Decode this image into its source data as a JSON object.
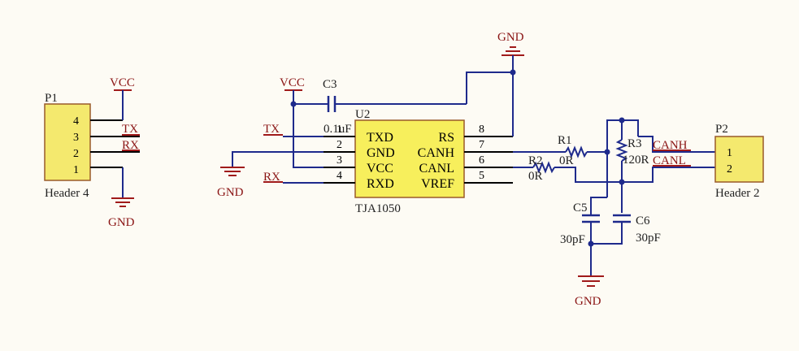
{
  "p1": {
    "designator": "P1",
    "name": "Header 4",
    "pins": [
      "4",
      "3",
      "2",
      "1"
    ],
    "nets": {
      "vcc": "VCC",
      "tx": "TX",
      "rx": "RX",
      "gnd": "GND"
    }
  },
  "u2": {
    "designator": "U2",
    "name": "TJA1050",
    "left_pins": [
      {
        "name": "TXD",
        "num": "1"
      },
      {
        "name": "GND",
        "num": "2"
      },
      {
        "name": "VCC",
        "num": "3"
      },
      {
        "name": "RXD",
        "num": "4"
      }
    ],
    "right_pins": [
      {
        "name": "RS",
        "num": "8"
      },
      {
        "name": "CANH",
        "num": "7"
      },
      {
        "name": "CANL",
        "num": "6"
      },
      {
        "name": "VREF",
        "num": "5"
      }
    ],
    "nets": {
      "vcc": "VCC",
      "tx": "TX",
      "rx": "RX",
      "gnd_left": "GND",
      "gnd_top": "GND"
    }
  },
  "c3": {
    "designator": "C3",
    "value": "0.1uF"
  },
  "r1": {
    "designator": "R1",
    "value": "0R"
  },
  "r2": {
    "designator": "R2",
    "value": "0R"
  },
  "r3": {
    "designator": "R3",
    "value": "120R"
  },
  "c5": {
    "designator": "C5",
    "value": "30pF"
  },
  "c6": {
    "designator": "C6",
    "value": "30pF"
  },
  "bottom_gnd": "GND",
  "p2": {
    "designator": "P2",
    "name": "Header 2",
    "pins": [
      "1",
      "2"
    ],
    "nets": {
      "canh": "CANH",
      "canl": "CANL"
    }
  }
}
